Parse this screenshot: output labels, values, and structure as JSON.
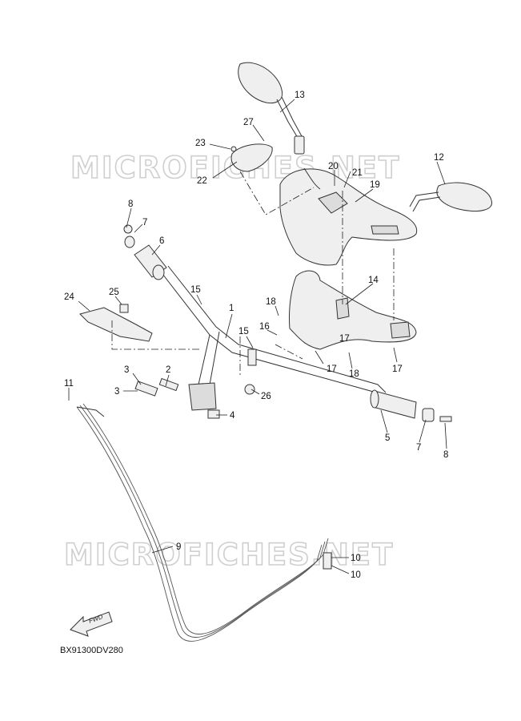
{
  "diagram": {
    "code": "BX91300DV280",
    "watermark": "MICROFICHES.NET",
    "fwd_label": "FWD",
    "callouts": [
      "1",
      "2",
      "3",
      "3",
      "4",
      "5",
      "6",
      "7",
      "7",
      "8",
      "8",
      "9",
      "10",
      "10",
      "11",
      "12",
      "13",
      "14",
      "15",
      "15",
      "16",
      "17",
      "17",
      "17",
      "18",
      "18",
      "19",
      "20",
      "21",
      "22",
      "23",
      "24",
      "25",
      "26",
      "27"
    ]
  },
  "colors": {
    "line": "#333333",
    "fill": "#efefef",
    "watermark_outline": "#cfcfcf"
  },
  "icons": [
    "fwd-arrow-icon"
  ]
}
